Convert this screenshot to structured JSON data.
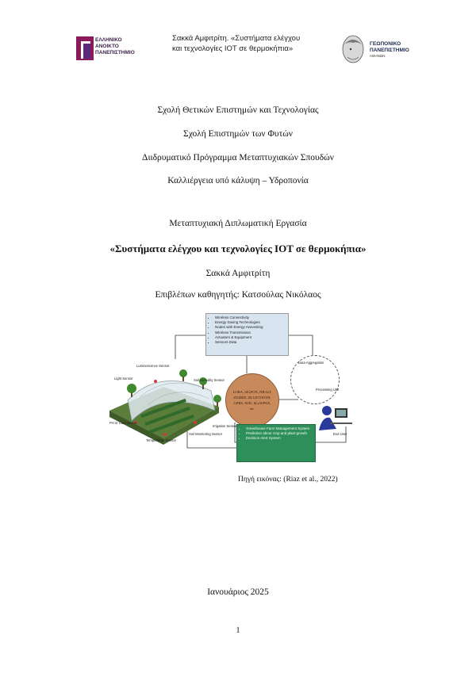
{
  "header": {
    "left_logo_text": [
      "ΕΛΛΗΝΙΚΟ",
      "ΑΝΟΙΚΤΟ",
      "ΠΑΝΕΠΙΣΤΗΜΙΟ"
    ],
    "citation": "Σακκά Αμφιτρίτη. «Συστήματα ελέγχου και τεχνολογίες IOT σε θερμοκήπια»",
    "right_logo_text": [
      "ΓΕΩΠΟΝΙΚΟ",
      "ΠΑΝΕΠΙΣΤΗΜΙΟ"
    ],
    "right_logo_sub": "ΑΘΗΝΩΝ"
  },
  "cover": {
    "school": "Σχολή Θετικών Επιστημών και Τεχνολογίας",
    "department": "Σχολή Επιστημών των Φυτών",
    "program": "Διιδρυματικό Πρόγραμμα Μεταπτυχιακών Σπουδών",
    "specialization": "Καλλιέργεια υπό κάλυψη – Υδροπονία",
    "thesis_type": "Μεταπτυχιακή Διπλωματική Εργασία",
    "title": "«Συστήματα ελέγχου και τεχνολογίες IOT σε θερμοκήπια»",
    "author": "Σακκά Αμφιτρίτη",
    "supervisor": "Επιβλέπων καθηγητής: Κατσούλας Νικόλαος",
    "image_source": "Πηγή εικόνας: (Riaz et al., 2022)",
    "date": "Ιανουάριος 2025",
    "page_number": "1"
  },
  "figure": {
    "tech_items": [
      "Wireless Connectivity",
      "Energy Saving Technologies",
      "Nodes with Energy Harvesting",
      "Wireless Transmission",
      "Actuators & Equipment",
      "Sensors Data"
    ],
    "protocols": "LORA, SIGFOX, NB-IoT, ZIGBEE, BLUETOOTH, GPRS, WiFi, 6LoWPAN, etc.",
    "output_items": [
      "Greenhouse Farm Management System",
      "Prediction about crop and plant growth",
      "Decision Alert System"
    ],
    "labels": {
      "soil_humidity": "Soil Humidity Sensor",
      "luminescence": "Luminescence Sensor",
      "light_sensor": "Light Sensor",
      "ph_co2": "PH or CO2 sensor",
      "irrigation": "Irrigation Sensor",
      "soil_monitoring": "Soil Monitoring Sensor",
      "temperature": "Temperature Sensor",
      "data_aggregation": "Data Aggregation",
      "processing_unit": "Processing Unit",
      "end_user": "End User"
    }
  }
}
